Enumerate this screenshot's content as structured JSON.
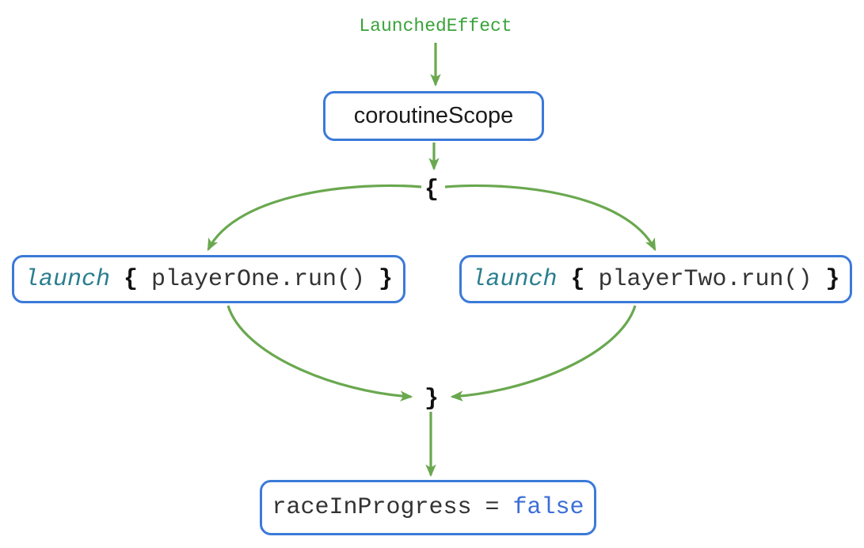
{
  "colors": {
    "arrow-green": "#6aa84f",
    "label-green": "#3aa33a",
    "border-blue": "#3b7ad8",
    "keyword-teal": "#2a7e8f",
    "value-blue": "#3b6ed6",
    "code-dark": "#333333",
    "brace-black": "#111111",
    "scope-text": "#1a1a1a",
    "background": "#ffffff"
  },
  "diagram": {
    "top_label": "LaunchedEffect",
    "scope_node": {
      "label": "coroutineScope"
    },
    "open_brace": "{",
    "close_brace": "}",
    "launch_one": {
      "keyword": "launch",
      "open_brace": "{",
      "body": "playerOne.run()",
      "close_brace": "}"
    },
    "launch_two": {
      "keyword": "launch",
      "open_brace": "{",
      "body": "playerTwo.run()",
      "close_brace": "}"
    },
    "result": {
      "variable": "raceInProgress",
      "operator": "=",
      "value": "false"
    }
  }
}
